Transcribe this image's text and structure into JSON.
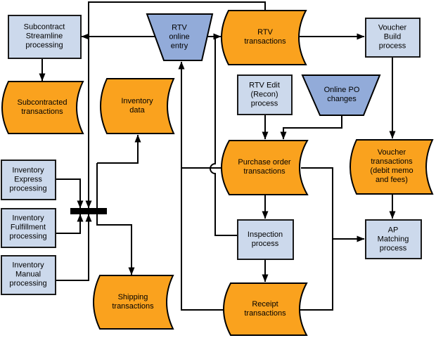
{
  "diagram": {
    "background": "#FFFFFF",
    "colors": {
      "process_fill": "#CCD9EC",
      "process_border": "#1A1A1A",
      "data_fill": "#FAA21E",
      "data_border": "#000000",
      "manual_fill": "#92ABD9",
      "manual_border": "#000000",
      "connector": "#000000",
      "sync_bar": "#000000",
      "text": "#000000"
    },
    "nodes": {
      "subcontract_streamline": {
        "type": "process",
        "label": "Subcontract\nStreamline\nprocessing"
      },
      "subcontracted_transactions": {
        "type": "data",
        "label": "Subcontracted\ntransactions"
      },
      "rtv_online_entry": {
        "type": "manual-input",
        "label": "RTV\nonline\nentry"
      },
      "rtv_transactions": {
        "type": "data",
        "label": "RTV\ntransactions"
      },
      "voucher_build": {
        "type": "process",
        "label": "Voucher\nBuild\nprocess"
      },
      "inventory_data": {
        "type": "data",
        "label": "Inventory\ndata"
      },
      "rtv_edit": {
        "type": "process",
        "label": "RTV Edit\n(Recon)\nprocess"
      },
      "online_po_changes": {
        "type": "manual-input",
        "label": "Online PO\nchanges"
      },
      "inventory_express": {
        "type": "process",
        "label": "Inventory\nExpress\nprocessing"
      },
      "inventory_fulfillment": {
        "type": "process",
        "label": "Inventory\nFulfillment\nprocessing"
      },
      "inventory_manual": {
        "type": "process",
        "label": "Inventory\nManual\nprocessing"
      },
      "purchase_order_transactions": {
        "type": "data",
        "label": "Purchase order\ntransactions"
      },
      "voucher_transactions": {
        "type": "data",
        "label": "Voucher\ntransactions\n(debit memo\nand fees)"
      },
      "inspection": {
        "type": "process",
        "label": "Inspection\nprocess"
      },
      "ap_matching": {
        "type": "process",
        "label": "AP\nMatching\nprocess"
      },
      "shipping_transactions": {
        "type": "data",
        "label": "Shipping\ntransactions"
      },
      "receipt_transactions": {
        "type": "data",
        "label": "Receipt\ntransactions"
      }
    }
  }
}
